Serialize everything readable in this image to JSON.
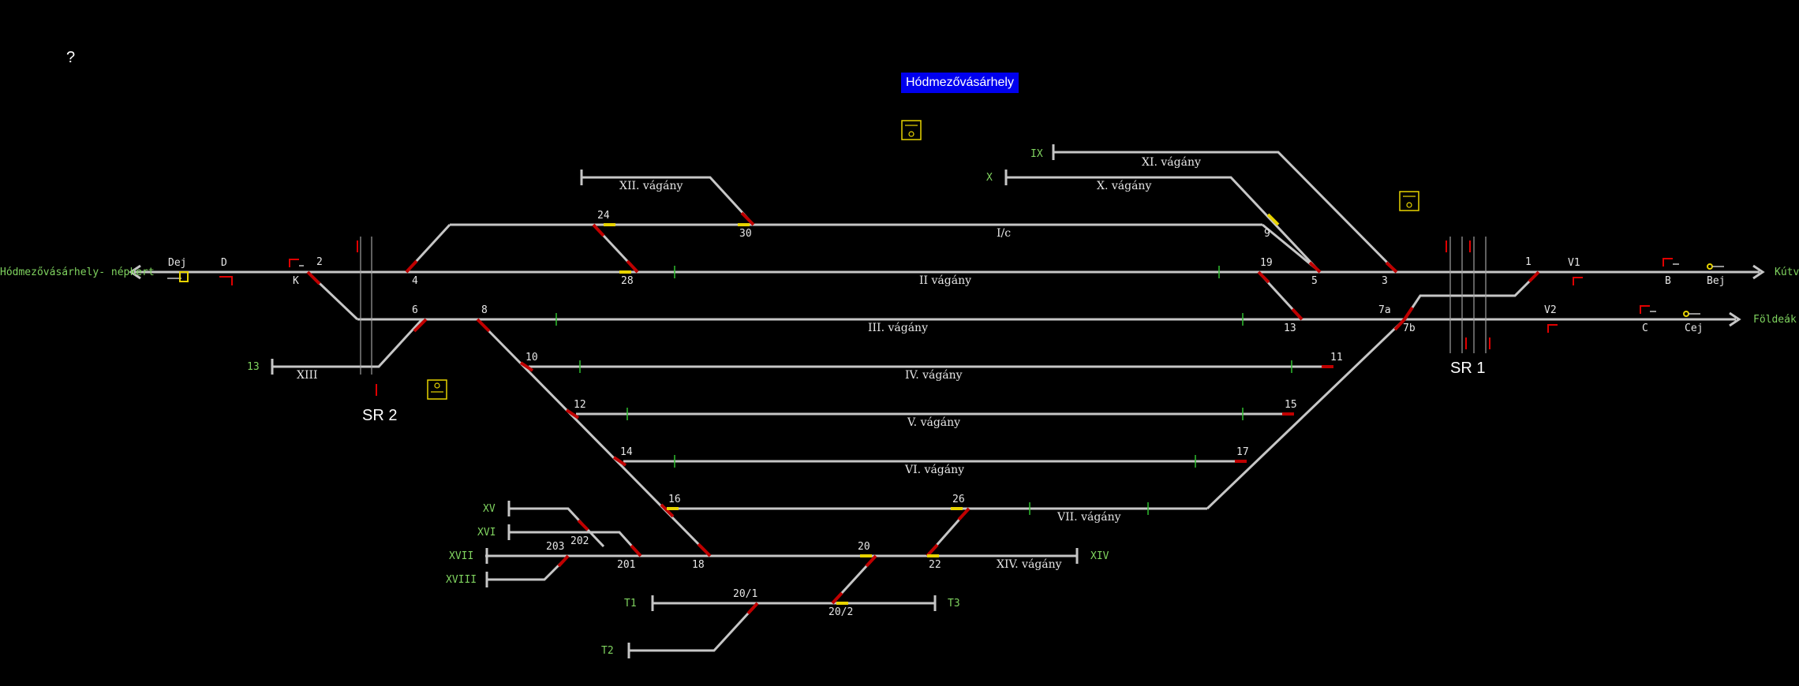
{
  "station": {
    "name": "Hódmezővásárhely",
    "help": "?"
  },
  "directions": {
    "left_main": "Hódmezővásárhely- népkert",
    "right_main": "Kútvölgy",
    "right_branch": "Földeák"
  },
  "tracks": {
    "i_c": "I/c",
    "ii": "II vágány",
    "iii": "III. vágány",
    "iv": "IV. vágány",
    "v": "V. vágány",
    "vi": "VI. vágány",
    "vii": "VII. vágány",
    "x": "X. vágány",
    "xi": "XI. vágány",
    "xii": "XII. vágány",
    "xiii": "XIII",
    "xiv": "XIV. vágány"
  },
  "siding_ends": {
    "ix": "IX",
    "x": "X",
    "t13": "13",
    "xv": "XV",
    "xvi": "XVI",
    "xvii": "XVII",
    "xviii": "XVIII",
    "xiv": "XIV",
    "t1": "T1",
    "t2": "T2",
    "t3": "T3"
  },
  "switches": {
    "s1": "1",
    "s2": "2",
    "s3": "3",
    "s4": "4",
    "s5": "5",
    "s6": "6",
    "s7a": "7a",
    "s7b": "7b",
    "s8": "8",
    "s9": "9",
    "s10": "10",
    "s11": "11",
    "s12": "12",
    "s13": "13",
    "s14": "14",
    "s15": "15",
    "s16": "16",
    "s17": "17",
    "s18": "18",
    "s19": "19",
    "s20": "20",
    "s20_1": "20/1",
    "s20_2": "20/2",
    "s22": "22",
    "s24": "24",
    "s26": "26",
    "s28": "28",
    "s30": "30",
    "s201": "201",
    "s202": "202",
    "s203": "203"
  },
  "signals": {
    "dej": "Dej",
    "d": "D",
    "k": "K",
    "v1": "V1",
    "v2": "V2",
    "b": "B",
    "bej": "Bej",
    "c": "C",
    "cej": "Cej"
  },
  "interlocking": {
    "sr1": "SR 1",
    "sr2": "SR 2"
  },
  "colors": {
    "track": "#c6c6c6",
    "switch_red": "#c00000",
    "switch_yellow": "#e8d400",
    "label_green": "#7fd35f",
    "badge": "#0000ee"
  },
  "icons": [
    "station-building-icon",
    "signal-box-icon",
    "shunting-signal-icon",
    "route-arrow-icon"
  ]
}
